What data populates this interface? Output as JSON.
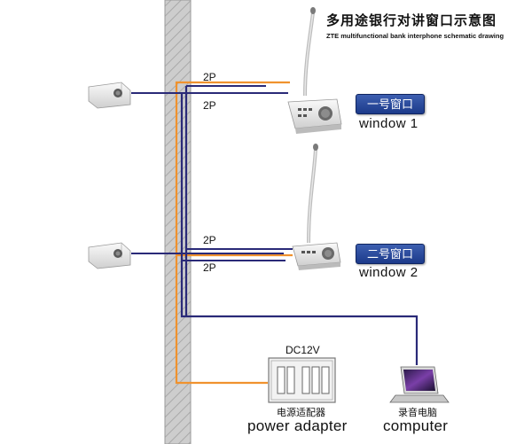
{
  "title": {
    "cn": "多用途银行对讲窗口示意图",
    "en": "ZTE multifunctional bank interphone schematic drawing"
  },
  "cables": {
    "w1_upper": "2P",
    "w1_lower": "2P",
    "w2_upper": "2P",
    "w2_lower": "2P"
  },
  "windows": [
    {
      "badge": "一号窗口",
      "label": "window 1"
    },
    {
      "badge": "二号窗口",
      "label": "window 2"
    }
  ],
  "power": {
    "voltage": "DC12V",
    "cn": "电源适配器",
    "en": "power adapter"
  },
  "computer": {
    "cn": "录音电脑",
    "en": "computer"
  },
  "colors": {
    "orange": "#f0922e",
    "navy": "#2a2a78",
    "wall": "#c8c8c8"
  }
}
